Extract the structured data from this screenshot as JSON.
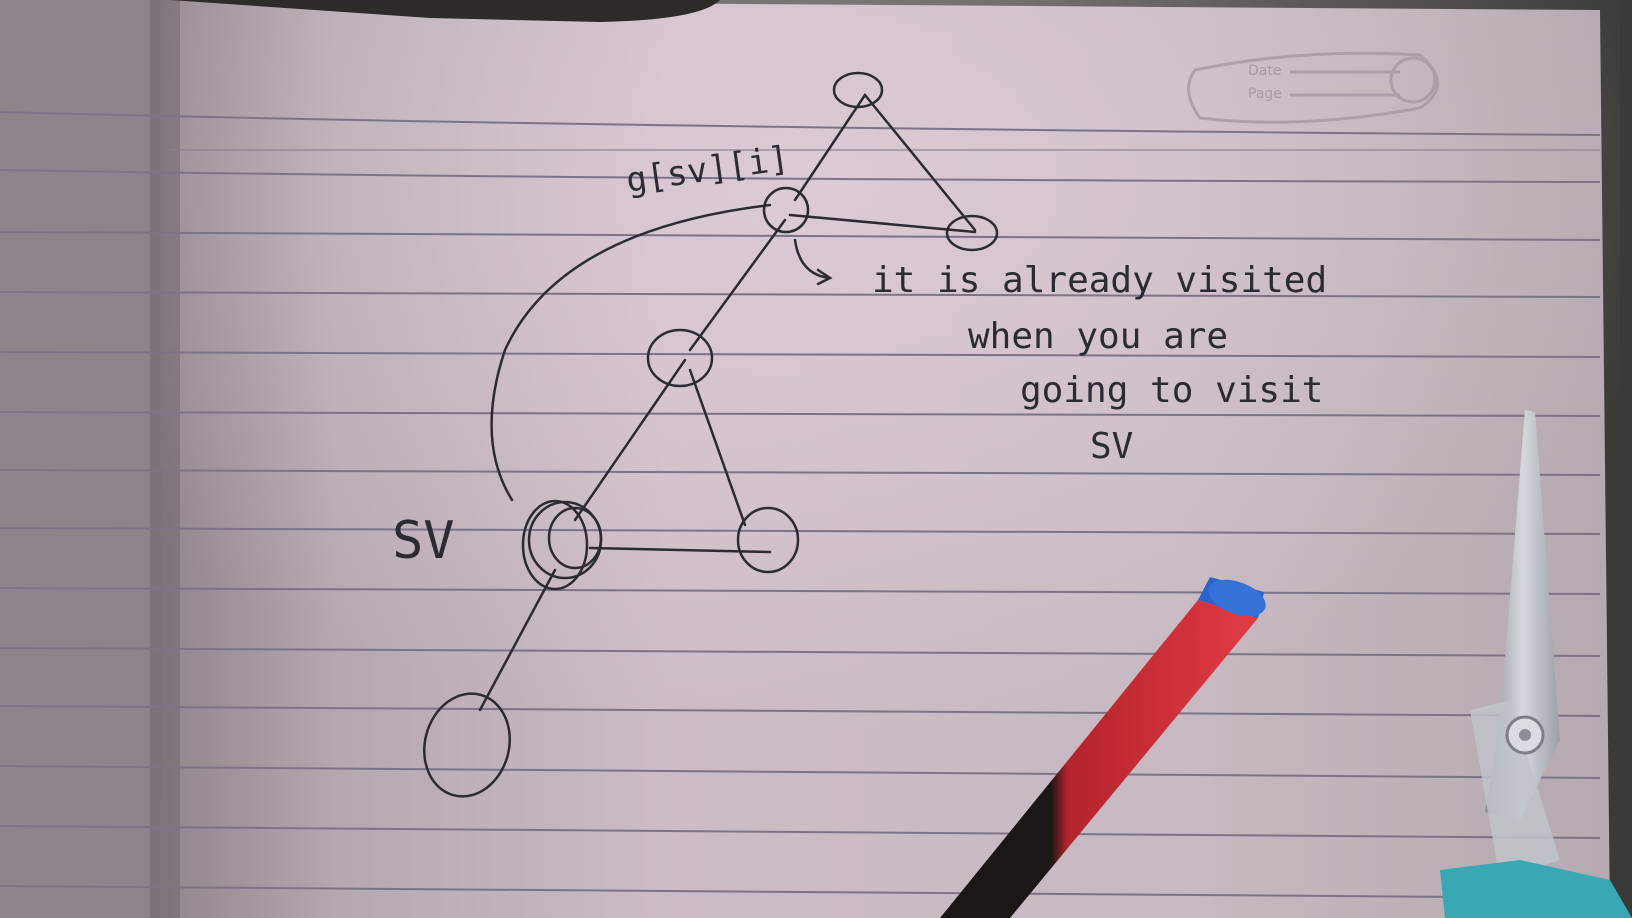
{
  "photo": {
    "subject": "hand-drawn graph on ruled notebook paper",
    "colors": {
      "paper": "#c9bcc3",
      "paper_shadow": "#a59aa2",
      "rule_line": "#7a7282",
      "ink": "#2c2a33",
      "pencil_red": "#d2333b",
      "pencil_black": "#1b1717",
      "eraser_blue": "#2a63c9",
      "scissor_handle": "#3aa7b5"
    }
  },
  "annotations": {
    "node_label_top": "g[sv][i]",
    "node_label_start": "SV",
    "note_line_1": "it is already visited",
    "note_line_2": "when you are",
    "note_line_3": "going to visit",
    "note_line_4": "SV"
  },
  "stamp": {
    "date_label": "Date",
    "page_label": "Page"
  }
}
